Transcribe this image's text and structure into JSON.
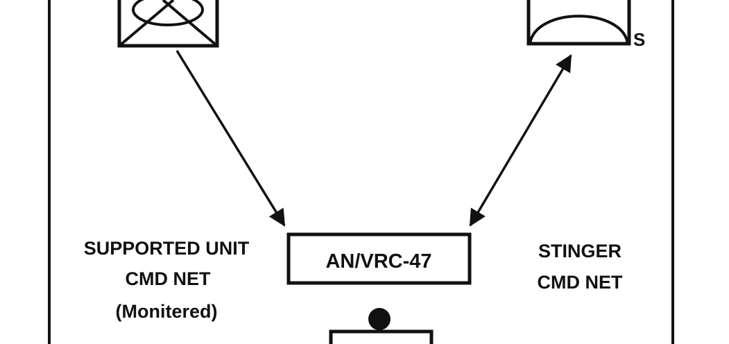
{
  "diagram": {
    "left_symbol": {
      "icon": "infantry-unit-symbol"
    },
    "right_symbol": {
      "icon": "air-defense-unit-symbol",
      "designator": "S"
    },
    "radio": {
      "label": "AN/VRC-47"
    },
    "left_net": {
      "line1": "SUPPORTED UNIT",
      "line2": "CMD NET",
      "line3": "(Monitered)"
    },
    "right_net": {
      "line1": "STINGER",
      "line2": "CMD NET"
    },
    "operator": {
      "icon": "operator-symbol"
    }
  },
  "colors": {
    "ink": "#111111",
    "paper": "#ffffff"
  }
}
